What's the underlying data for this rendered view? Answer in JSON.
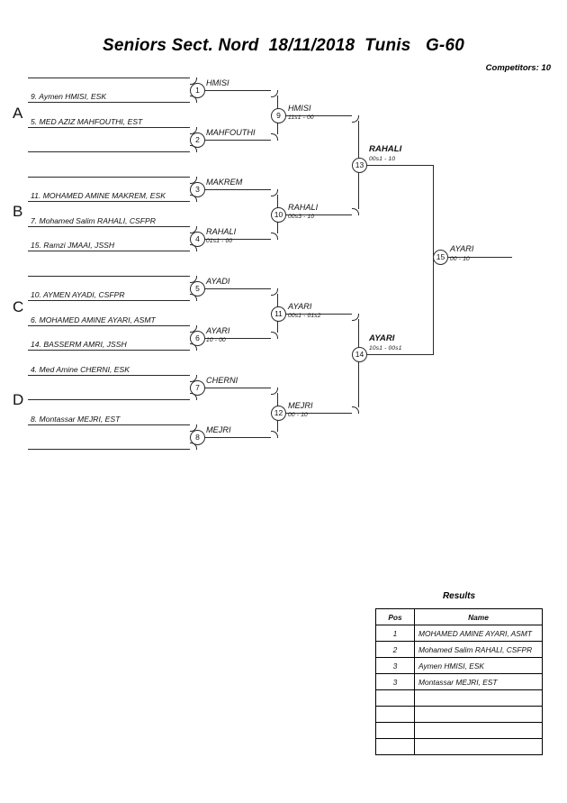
{
  "header": {
    "title": "Seniors Sect. Nord  18/11/2018  Tunis   G-60",
    "competitors": "Competitors: 10"
  },
  "groups": [
    {
      "label": "A"
    },
    {
      "label": "B"
    },
    {
      "label": "C"
    },
    {
      "label": "D"
    }
  ],
  "entries": [
    {
      "name": "9. Aymen HMISI, ESK"
    },
    {
      "name": "5. MED AZIZ MAHFOUTHI, EST"
    },
    {
      "name": "11. MOHAMED AMINE MAKREM, ESK"
    },
    {
      "name": "7. Mohamed Salim RAHALI, CSFPR"
    },
    {
      "name": "15. Ramzi JMAAI, JSSH"
    },
    {
      "name": "10. AYMEN AYADI, CSFPR"
    },
    {
      "name": "6. MOHAMED AMINE AYARI, ASMT"
    },
    {
      "name": "14. BASSERM AMRI, JSSH"
    },
    {
      "name": "4. Med Amine CHERNI, ESK"
    },
    {
      "name": "8. Montassar MEJRI, EST"
    }
  ],
  "matches": [
    {
      "no": "1",
      "winner": "HMISI",
      "score": ""
    },
    {
      "no": "2",
      "winner": "MAHFOUTHI",
      "score": ""
    },
    {
      "no": "3",
      "winner": "MAKREM",
      "score": ""
    },
    {
      "no": "4",
      "winner": "RAHALI",
      "score": "01s1 - 00"
    },
    {
      "no": "5",
      "winner": "AYADI",
      "score": ""
    },
    {
      "no": "6",
      "winner": "AYARI",
      "score": "10 - 00"
    },
    {
      "no": "7",
      "winner": "CHERNI",
      "score": ""
    },
    {
      "no": "8",
      "winner": "MEJRI",
      "score": ""
    },
    {
      "no": "9",
      "winner": "HMISI",
      "score": "11s1 - 00"
    },
    {
      "no": "10",
      "winner": "RAHALI",
      "score": "00s3 - 10"
    },
    {
      "no": "11",
      "winner": "AYARI",
      "score": "00s1 - 01s2"
    },
    {
      "no": "12",
      "winner": "MEJRI",
      "score": "00 - 10"
    },
    {
      "no": "13",
      "winner": "RAHALI",
      "score": "00s1 - 10"
    },
    {
      "no": "14",
      "winner": "AYARI",
      "score": "10s1 - 00s1"
    },
    {
      "no": "15",
      "winner": "AYARI",
      "score": "00 - 10"
    }
  ],
  "results": {
    "title": "Results",
    "columns": [
      "Pos",
      "Name"
    ],
    "rows": [
      {
        "pos": "1",
        "name": "MOHAMED AMINE AYARI, ASMT"
      },
      {
        "pos": "2",
        "name": "Mohamed Salim RAHALI, CSFPR"
      },
      {
        "pos": "3",
        "name": "Aymen HMISI, ESK"
      },
      {
        "pos": "3",
        "name": "Montassar MEJRI, EST"
      },
      {
        "pos": "",
        "name": ""
      },
      {
        "pos": "",
        "name": ""
      },
      {
        "pos": "",
        "name": ""
      },
      {
        "pos": "",
        "name": ""
      }
    ]
  }
}
